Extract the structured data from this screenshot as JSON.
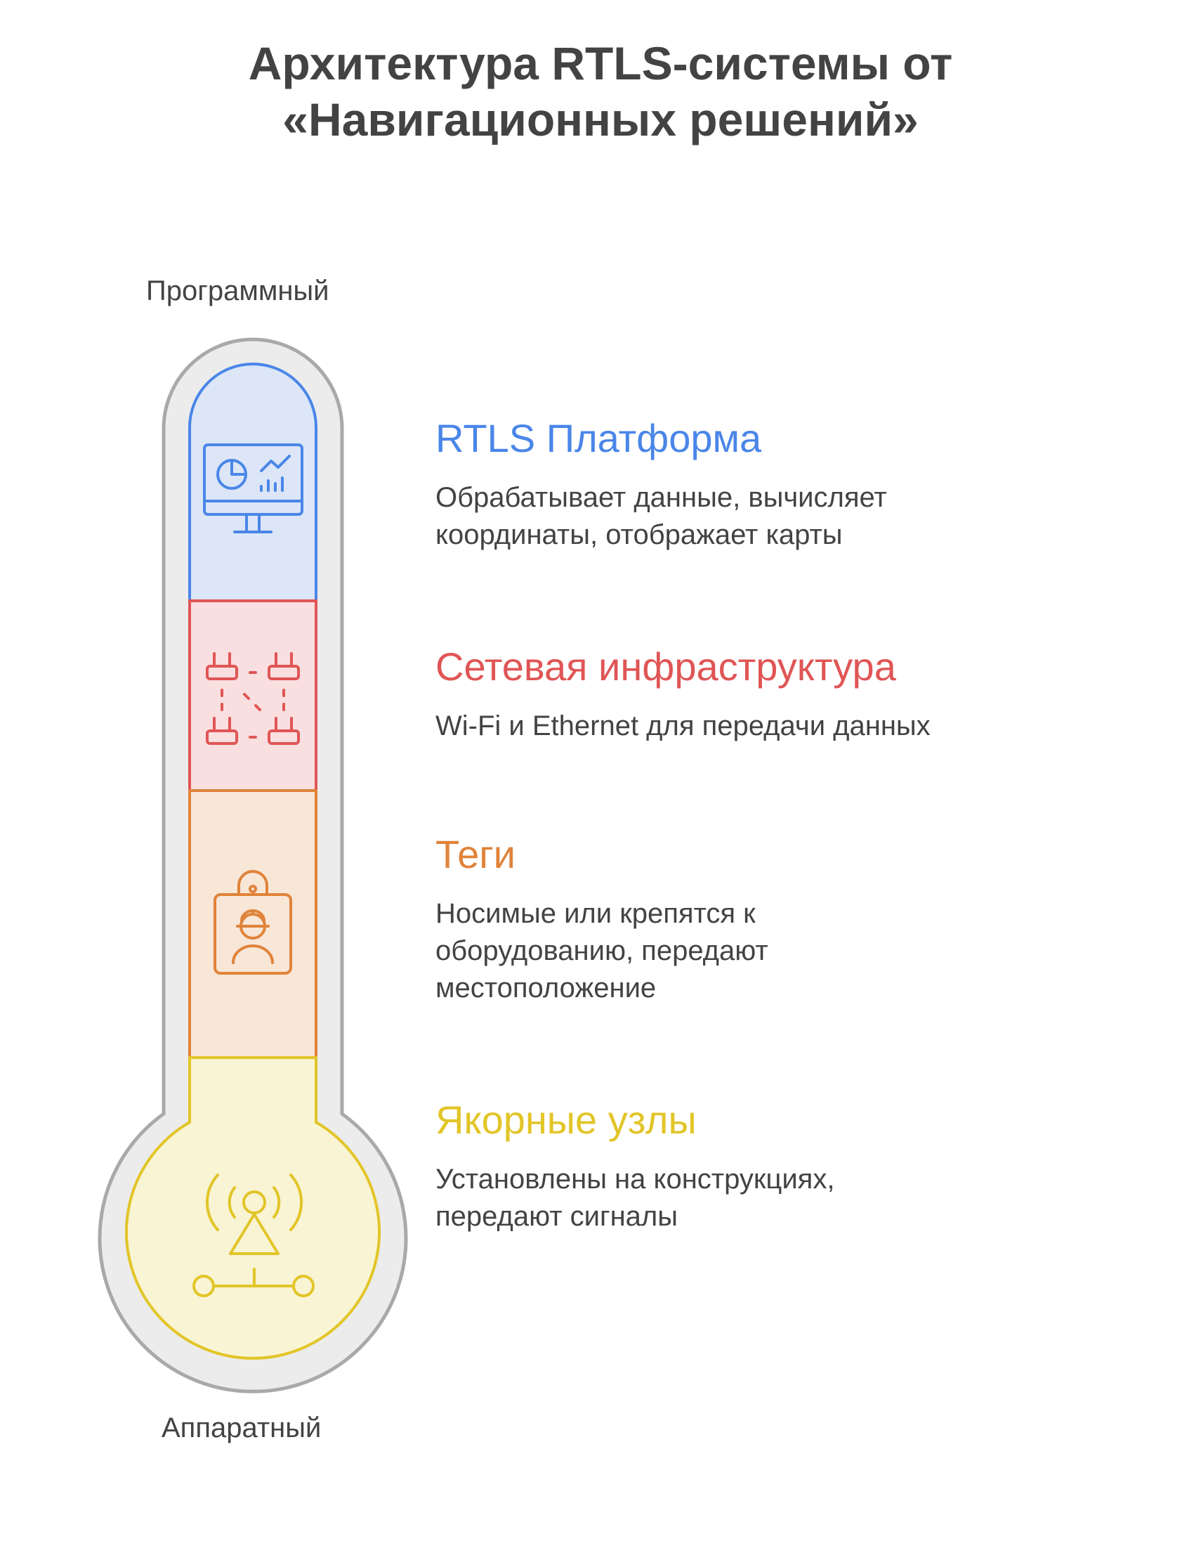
{
  "title": {
    "line1": "Архитектура RTLS-системы от",
    "line2": "«Навигационных решений»"
  },
  "axis": {
    "top_label": "Программный",
    "bottom_label": "Аппаратный"
  },
  "layers": [
    {
      "title": "RTLS Платформа",
      "description": "Обрабатывает данные, вычисляет\nкоординаты, отображает карты",
      "icon": "monitor-analytics-icon",
      "color": "#4a86e8",
      "fill": "#dce6f7"
    },
    {
      "title": "Сетевая инфраструктура",
      "description": "Wi-Fi и Ethernet для передачи данных",
      "icon": "network-routers-icon",
      "color": "#e05555",
      "fill": "#f9dfe0"
    },
    {
      "title": "Теги",
      "description": "Носимые или крепятся к\nоборудованию, передают\nместоположение",
      "icon": "worker-badge-icon",
      "color": "#e0833a",
      "fill": "#f8e6d7"
    },
    {
      "title": "Якорные узлы",
      "description": "Установлены на конструкциях,\nпередают сигналы",
      "icon": "antenna-signal-icon",
      "color": "#e2c528",
      "fill": "#f9f4d3"
    }
  ]
}
